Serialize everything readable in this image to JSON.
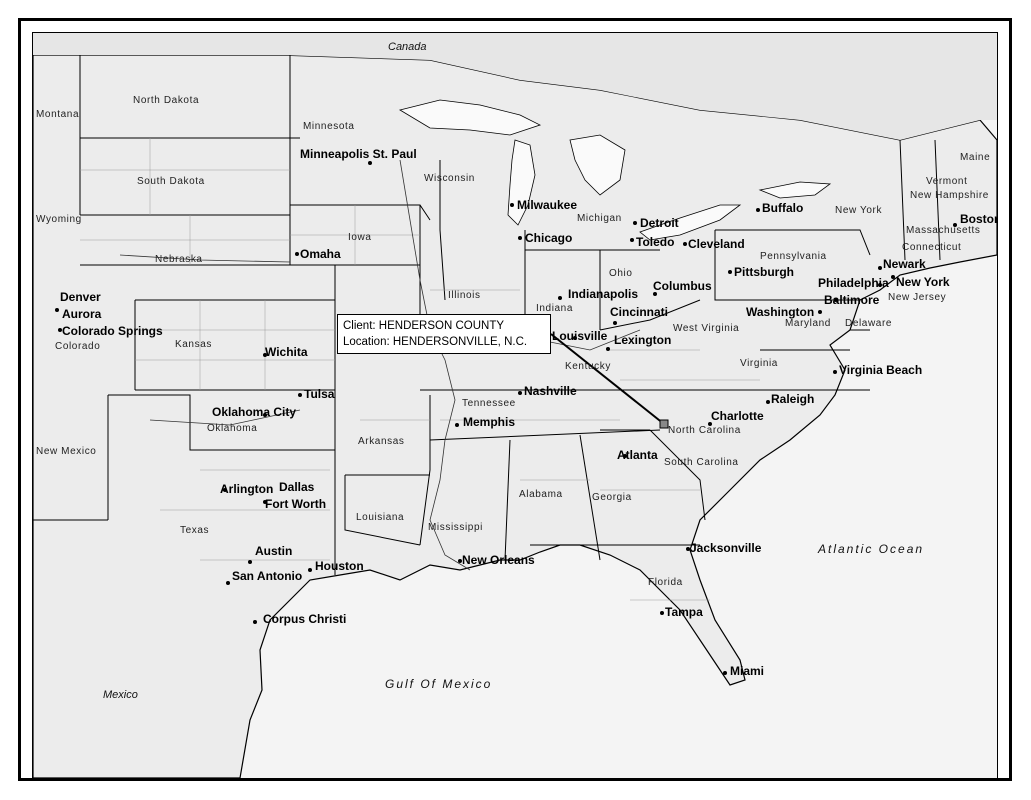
{
  "map": {
    "countries": {
      "canada": "Canada",
      "mexico": "Mexico"
    },
    "water": {
      "gulf": "Gulf Of Mexico",
      "atlantic": "Atlantic Ocean"
    },
    "states": {
      "montana": "Montana",
      "north_dakota": "North Dakota",
      "south_dakota": "South Dakota",
      "wyoming": "Wyoming",
      "nebraska": "Nebraska",
      "colorado": "Colorado",
      "kansas": "Kansas",
      "oklahoma": "Oklahoma",
      "new_mexico": "New Mexico",
      "texas": "Texas",
      "minnesota": "Minnesota",
      "iowa": "Iowa",
      "wisconsin": "Wisconsin",
      "illinois": "Illinois",
      "michigan": "Michigan",
      "indiana": "Indiana",
      "ohio": "Ohio",
      "kentucky": "Kentucky",
      "tennessee": "Tennessee",
      "arkansas": "Arkansas",
      "louisiana": "Louisiana",
      "mississippi": "Mississippi",
      "alabama": "Alabama",
      "georgia": "Georgia",
      "florida": "Florida",
      "south_carolina": "South Carolina",
      "north_carolina": "North Carolina",
      "virginia": "Virginia",
      "west_virginia": "West Virginia",
      "maryland": "Maryland",
      "delaware": "Delaware",
      "pennsylvania": "Pennsylvania",
      "new_york": "New York",
      "new_jersey": "New Jersey",
      "vermont": "Vermont",
      "new_hampshire": "New Hampshire",
      "massachusetts": "Massachusetts",
      "connecticut": "Connecticut",
      "maine": "Maine"
    },
    "cities": {
      "minneapolis": "Minneapolis St. Paul",
      "milwaukee": "Milwaukee",
      "chicago": "Chicago",
      "detroit": "Detroit",
      "toledo": "Toledo",
      "cleveland": "Cleveland",
      "buffalo": "Buffalo",
      "boston": "Boston",
      "newark": "Newark",
      "new_york": "New York",
      "philadelphia": "Philadelphia",
      "pittsburgh": "Pittsburgh",
      "baltimore": "Baltimore",
      "washington": "Washington",
      "omaha": "Omaha",
      "denver": "Denver",
      "aurora": "Aurora",
      "colorado_springs": "Colorado Springs",
      "wichita": "Wichita",
      "tulsa": "Tulsa",
      "oklahoma_city": "Oklahoma City",
      "indianapolis": "Indianapolis",
      "columbus": "Columbus",
      "cincinnati": "Cincinnati",
      "louisville": "Louisville",
      "lexington": "Lexington",
      "nashville": "Nashville",
      "memphis": "Memphis",
      "charlotte": "Charlotte",
      "raleigh": "Raleigh",
      "virginia_beach": "Virginia Beach",
      "atlanta": "Atlanta",
      "arlington": "Arlington",
      "dallas": "Dallas",
      "fort_worth": "Fort Worth",
      "austin": "Austin",
      "san_antonio": "San Antonio",
      "houston": "Houston",
      "corpus_christi": "Corpus Christi",
      "new_orleans": "New Orleans",
      "jacksonville": "Jacksonville",
      "tampa": "Tampa",
      "miami": "Miami"
    },
    "callout": {
      "client_line": "Client: HENDERSON COUNTY",
      "location_line": "Location: HENDERSONVILLE, N.C."
    }
  }
}
